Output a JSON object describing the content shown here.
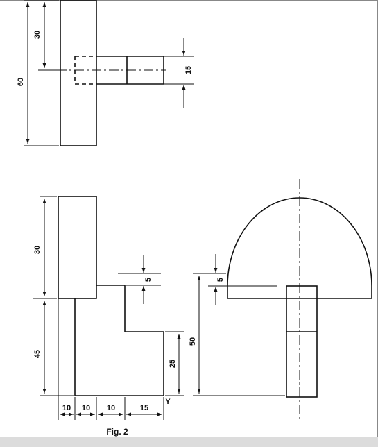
{
  "figure": {
    "caption": "Fig. 2",
    "reference_label": "Y"
  },
  "dimensions": {
    "top_overall_height": "60",
    "top_half_height": "30",
    "top_slot_width": "15",
    "bottom_upper_height": "30",
    "bottom_lower_height": "45",
    "bottom_step_small": "5",
    "bottom_right_height": "25",
    "side_overall_height": "50",
    "side_step_small": "5",
    "width_1": "10",
    "width_2": "10",
    "width_3": "10",
    "width_4": "15"
  }
}
